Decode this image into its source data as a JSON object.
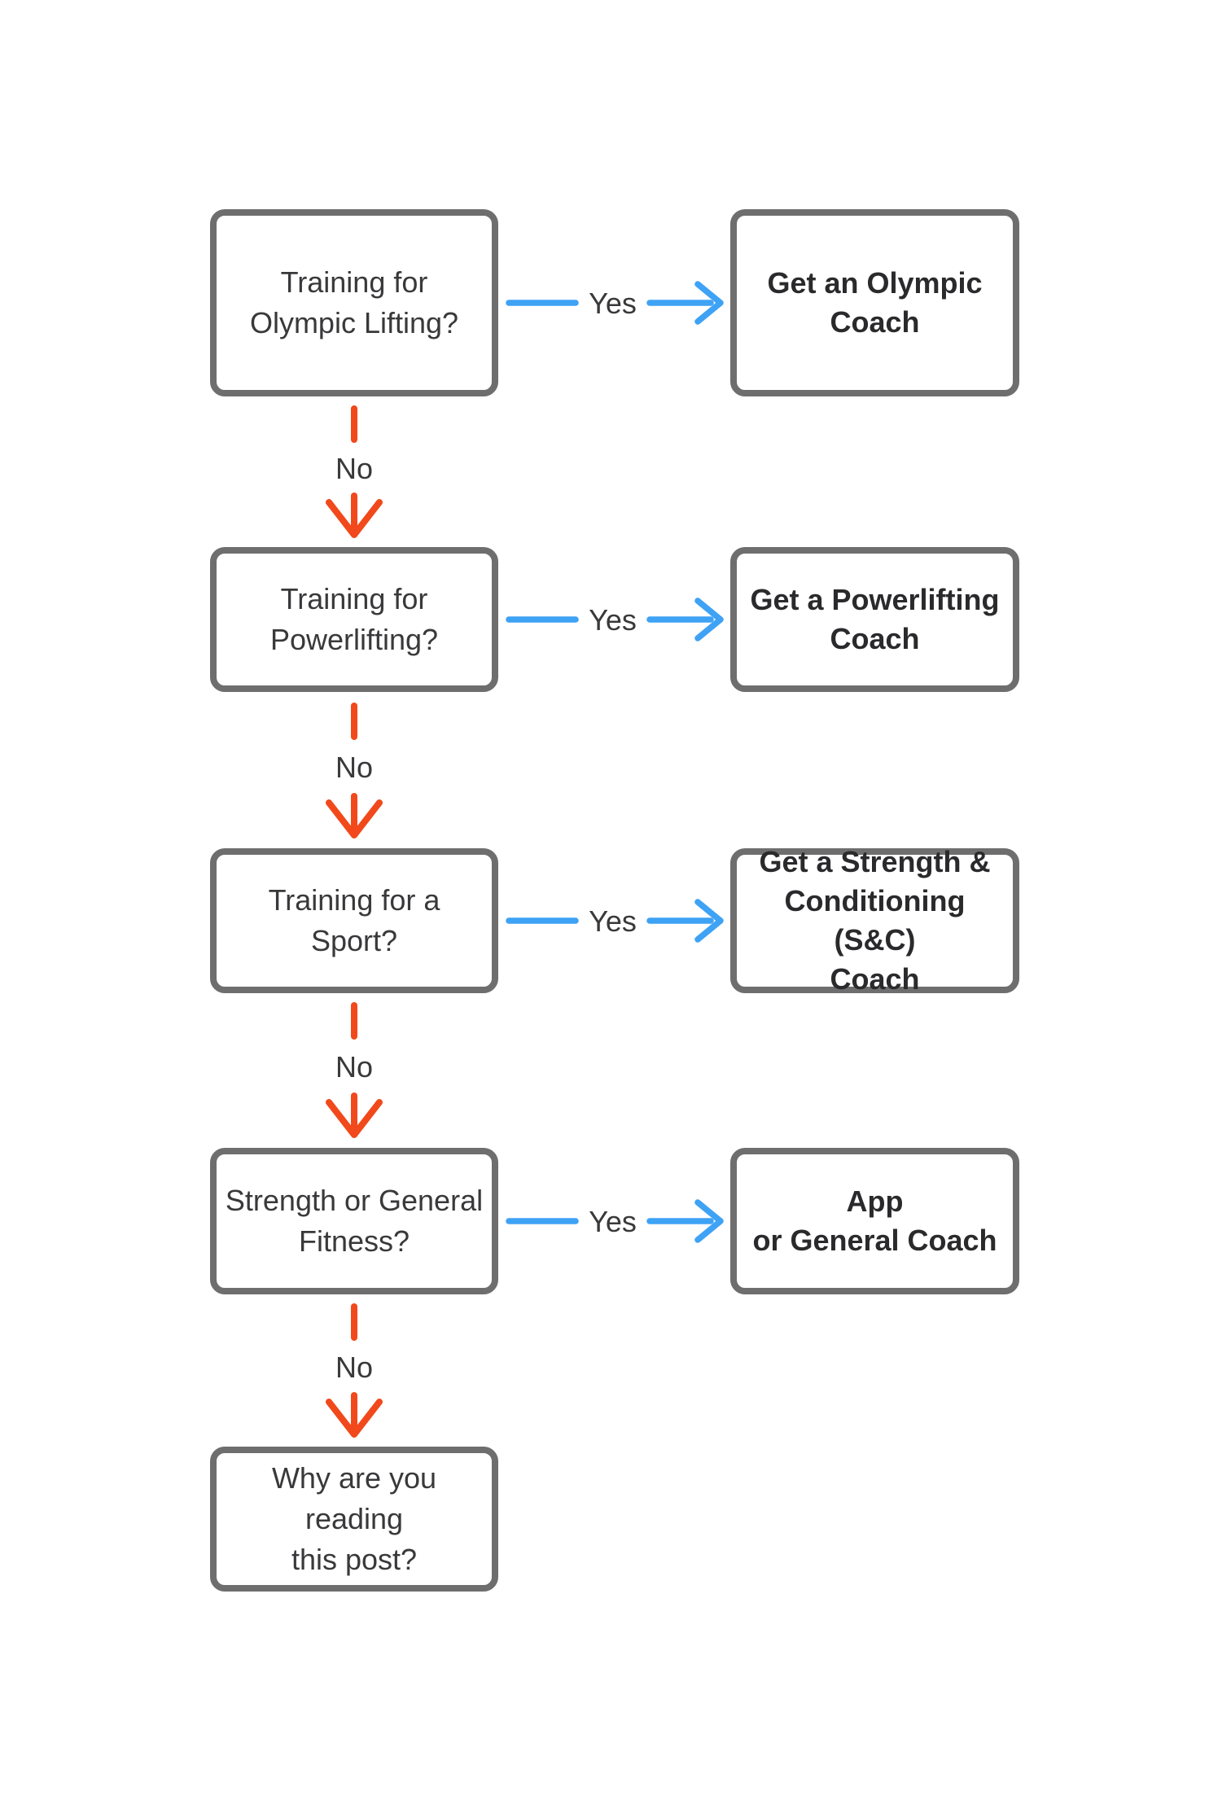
{
  "flow": {
    "colors": {
      "background": "#ffffff",
      "box_border": "#6e6e6e",
      "question_text": "#39393b",
      "answer_text": "#2a2a2c",
      "yes_arrow": "#3ea2f5",
      "no_arrow": "#f1491c"
    },
    "rows": [
      {
        "question_lines": [
          "Training for",
          "Olympic Lifting?"
        ],
        "yes_label": "Yes",
        "answer_lines": [
          "Get an Olympic",
          "Coach"
        ],
        "no_label": "No"
      },
      {
        "question_lines": [
          "Training for",
          "Powerlifting?"
        ],
        "yes_label": "Yes",
        "answer_lines": [
          "Get a Powerlifting",
          "Coach"
        ],
        "no_label": "No"
      },
      {
        "question_lines": [
          "Training for a Sport?"
        ],
        "yes_label": "Yes",
        "answer_lines": [
          "Get a Strength &",
          "Conditioning (S&C)",
          "Coach"
        ],
        "no_label": "No"
      },
      {
        "question_lines": [
          "Strength or General",
          "Fitness?"
        ],
        "yes_label": "Yes",
        "answer_lines": [
          "App",
          "or General Coach"
        ],
        "no_label": "No"
      },
      {
        "question_lines": [
          "Why are you reading",
          "this post?"
        ]
      }
    ]
  }
}
